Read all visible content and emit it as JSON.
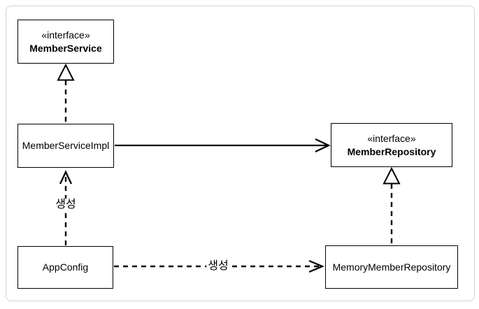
{
  "diagram": {
    "nodes": {
      "member_service": {
        "stereotype": "«interface»",
        "name": "MemberService"
      },
      "member_service_impl": {
        "name": "MemberServiceImpl"
      },
      "member_repository": {
        "stereotype": "«interface»",
        "name": "MemberRepository"
      },
      "app_config": {
        "name": "AppConfig"
      },
      "memory_member_repository": {
        "name": "MemoryMemberRepository"
      }
    },
    "edges": [
      {
        "from": "MemberServiceImpl",
        "to": "MemberService",
        "type": "realization",
        "line": "dashed",
        "arrowhead": "hollow-triangle",
        "label": ""
      },
      {
        "from": "MemberServiceImpl",
        "to": "MemberRepository",
        "type": "association",
        "line": "solid",
        "arrowhead": "open",
        "label": ""
      },
      {
        "from": "AppConfig",
        "to": "MemberServiceImpl",
        "type": "dependency",
        "line": "dashed",
        "arrowhead": "open",
        "label": "생성"
      },
      {
        "from": "AppConfig",
        "to": "MemoryMemberRepository",
        "type": "dependency",
        "line": "dashed",
        "arrowhead": "open",
        "label": "생성"
      },
      {
        "from": "MemoryMemberRepository",
        "to": "MemberRepository",
        "type": "realization",
        "line": "dashed",
        "arrowhead": "hollow-triangle",
        "label": ""
      }
    ],
    "edge_labels": {
      "appconfig_creates_memberserviceimpl": "생성",
      "appconfig_creates_memorymemberrepository": "생성"
    },
    "colors": {
      "line": "#000000",
      "node_border": "#000000",
      "node_fill": "#ffffff",
      "frame_border": "#d5d5d5",
      "background": "#ffffff"
    }
  }
}
